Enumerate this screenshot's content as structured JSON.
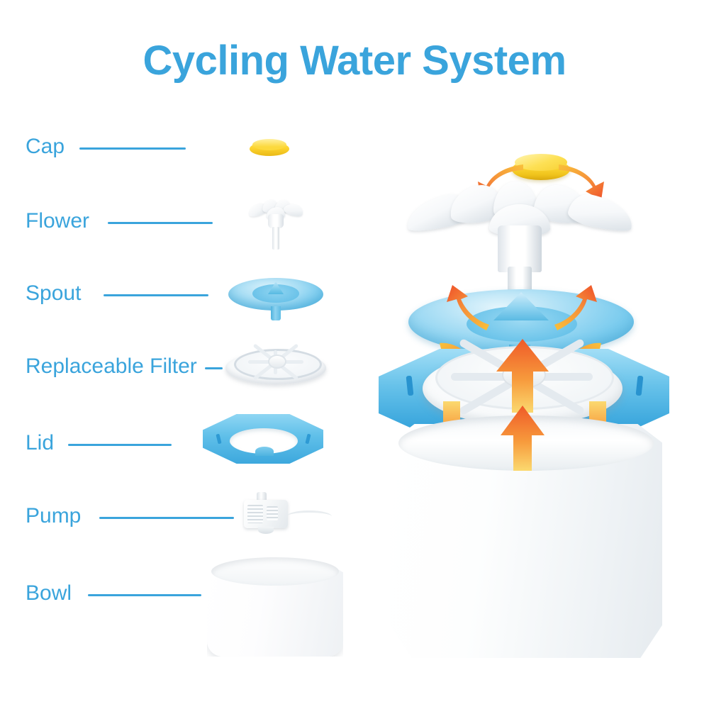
{
  "page": {
    "title": "Cycling Water System",
    "background_color": "#ffffff",
    "accent_color": "#3aa4dc",
    "arrow_color_start": "#f7b733",
    "arrow_color_end": "#f0512a",
    "cap_color": "#fcd733",
    "lid_color": "#3da8dd",
    "body_color": "#ffffff"
  },
  "parts": [
    {
      "id": "cap",
      "label": "Cap",
      "color": "#fcd733",
      "description": "yellow-cap-part"
    },
    {
      "id": "flower",
      "label": "Flower",
      "color": "#ffffff",
      "description": "white-flower-part"
    },
    {
      "id": "spout",
      "label": "Spout",
      "color": "#74c9ee",
      "description": "blue-spout-tray-part"
    },
    {
      "id": "filter",
      "label": "Replaceable Filter",
      "color": "#ffffff",
      "description": "white-replaceable-filter-part"
    },
    {
      "id": "lid",
      "label": "Lid",
      "color": "#3da8dd",
      "description": "blue-octagonal-lid-part"
    },
    {
      "id": "pump",
      "label": "Pump",
      "color": "#ffffff",
      "description": "white-water-pump-part"
    },
    {
      "id": "bowl",
      "label": "Bowl",
      "color": "#ffffff",
      "description": "white-bowl-tank-part"
    }
  ],
  "assembly": {
    "name": "assembled-cycling-water-fountain",
    "flow_arrows": [
      {
        "name": "cap-splash-left",
        "direction": "down-left",
        "style": "curved"
      },
      {
        "name": "cap-splash-right",
        "direction": "down-right",
        "style": "curved"
      },
      {
        "name": "spout-flow-left",
        "direction": "up-left",
        "style": "curved"
      },
      {
        "name": "spout-flow-right",
        "direction": "up-right",
        "style": "curved"
      },
      {
        "name": "tray-return-left",
        "direction": "down-right",
        "style": "curved"
      },
      {
        "name": "tray-return-right",
        "direction": "down-left",
        "style": "curved"
      },
      {
        "name": "filter-rise-center",
        "direction": "up",
        "style": "straight"
      },
      {
        "name": "filter-drain-left",
        "direction": "down",
        "style": "straight"
      },
      {
        "name": "filter-drain-right",
        "direction": "down",
        "style": "straight"
      },
      {
        "name": "bowl-intake-center",
        "direction": "up",
        "style": "straight"
      }
    ]
  }
}
